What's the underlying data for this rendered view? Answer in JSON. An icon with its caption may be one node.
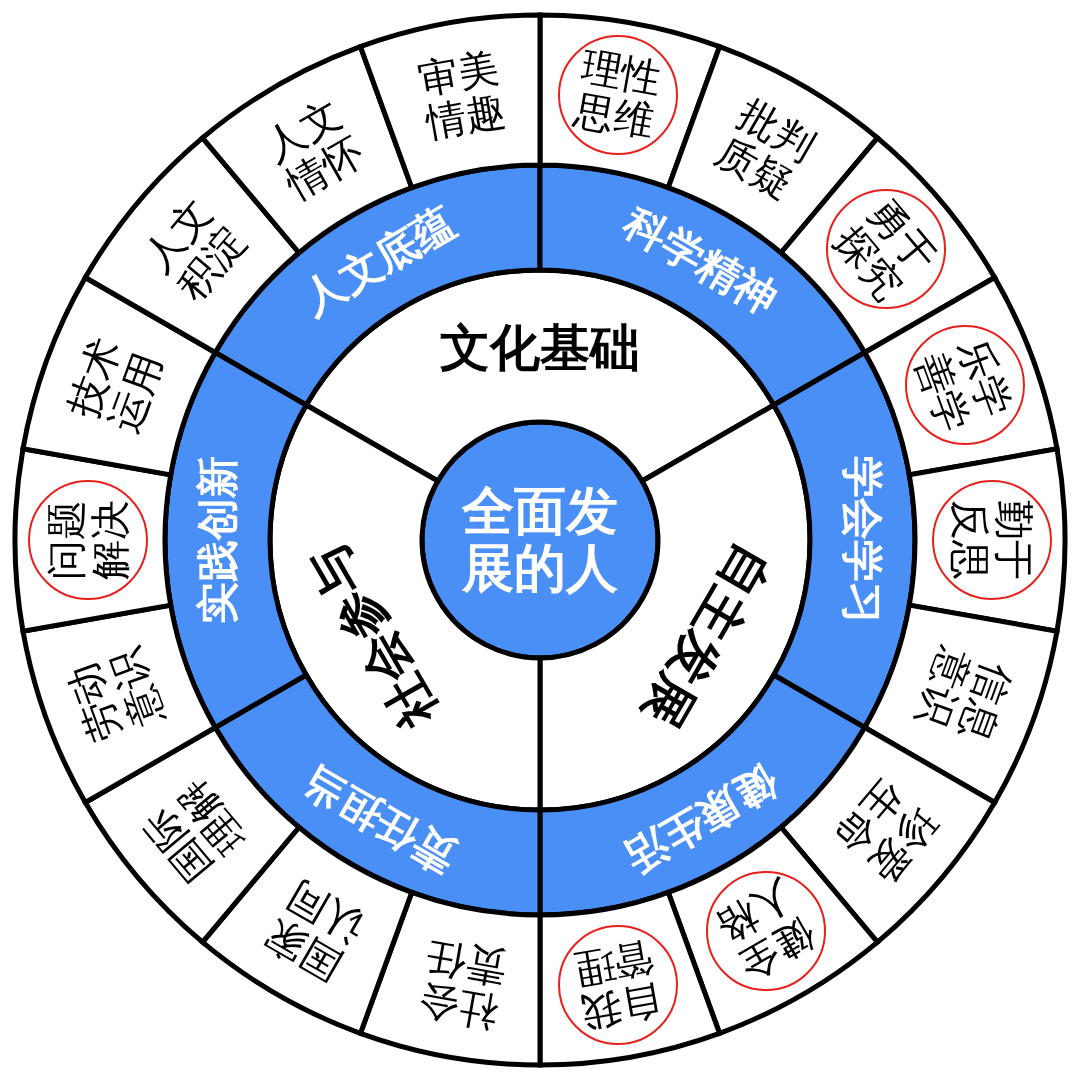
{
  "diagram": {
    "nodes": [
      {
        "text": [
          "全面发展的人"
        ]
      },
      {
        "text": [
          "文化基础"
        ]
      },
      {
        "text": [
          "自主发展"
        ]
      },
      {
        "text": [
          "社会参与"
        ]
      },
      {
        "text": [
          "人文底蕴"
        ]
      },
      {
        "text": [
          "科学精神"
        ]
      },
      {
        "text": [
          "学会学习"
        ]
      },
      {
        "text": [
          "健康生活"
        ]
      },
      {
        "text": [
          "责任担当"
        ]
      },
      {
        "text": [
          "实践创新"
        ]
      },
      {
        "text": [],
        "shape": "sector"
      },
      {
        "text": [
          "理性思维"
        ],
        "in": 10
      },
      {
        "text": [
          "批判质疑"
        ]
      },
      {
        "text": [],
        "shape": "sector"
      },
      {
        "text": [
          "勇于探究"
        ],
        "in": 13
      },
      {
        "text": [],
        "shape": "sector"
      },
      {
        "text": [
          "乐学善学"
        ],
        "in": 15
      },
      {
        "text": [],
        "shape": "sector"
      },
      {
        "text": [
          "勤于反思"
        ],
        "in": 17
      },
      {
        "text": [
          "信息意识"
        ]
      },
      {
        "text": [
          "珍爱生命"
        ]
      },
      {
        "text": [],
        "shape": "sector"
      },
      {
        "text": [
          "健全人格"
        ],
        "in": 21
      },
      {
        "text": [],
        "shape": "sector"
      },
      {
        "text": [
          "自我管理"
        ],
        "in": 23
      },
      {
        "text": [
          "社会责任"
        ]
      },
      {
        "text": [
          "国家认同"
        ]
      },
      {
        "text": [
          "国际理解"
        ]
      },
      {
        "text": [
          "劳动意识"
        ]
      },
      {
        "text": [],
        "shape": "sector"
      },
      {
        "text": [
          "问题解决"
        ],
        "in": 29
      },
      {
        "text": [
          "技术运用"
        ]
      },
      {
        "text": [
          "人文积淀"
        ]
      },
      {
        "text": [
          "人文情怀"
        ]
      },
      {
        "text": [
          "审美情趣"
        ]
      }
    ]
  }
}
